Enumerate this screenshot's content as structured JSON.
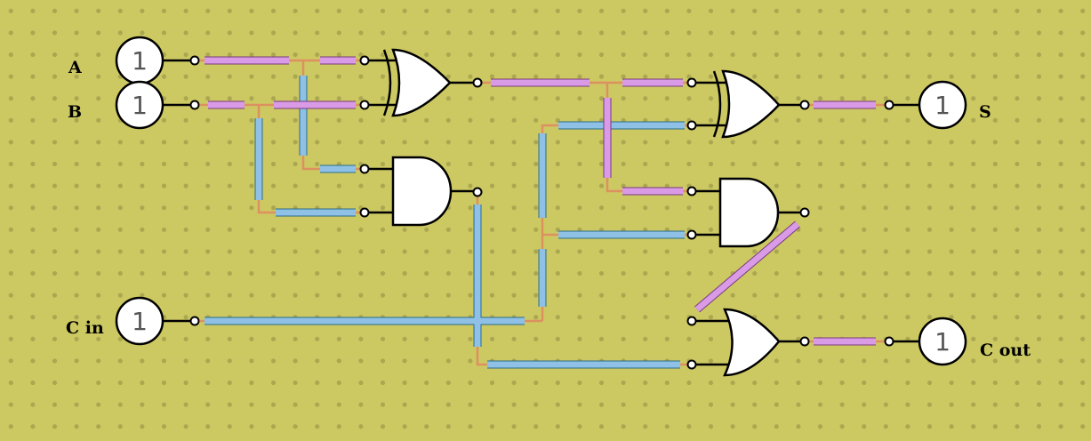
{
  "colors": {
    "board": "#cdc962",
    "hole": "#aaa750",
    "wire_a": "#d99be6",
    "wire_b": "#8fc0e6",
    "lead": "#dd9060",
    "gate": "#ffffff",
    "outline": "#000000"
  },
  "inputs": {
    "a": {
      "label": "A",
      "value": "1"
    },
    "b": {
      "label": "B",
      "value": "1"
    },
    "cin": {
      "label": "C in",
      "value": "1"
    }
  },
  "outputs": {
    "s": {
      "label": "S",
      "value": "1"
    },
    "cout": {
      "label": "C out",
      "value": "1"
    }
  },
  "gates": [
    {
      "id": "xor1",
      "type": "XOR"
    },
    {
      "id": "and1",
      "type": "AND"
    },
    {
      "id": "xor2",
      "type": "XOR"
    },
    {
      "id": "and2",
      "type": "AND"
    },
    {
      "id": "or1",
      "type": "OR"
    }
  ]
}
